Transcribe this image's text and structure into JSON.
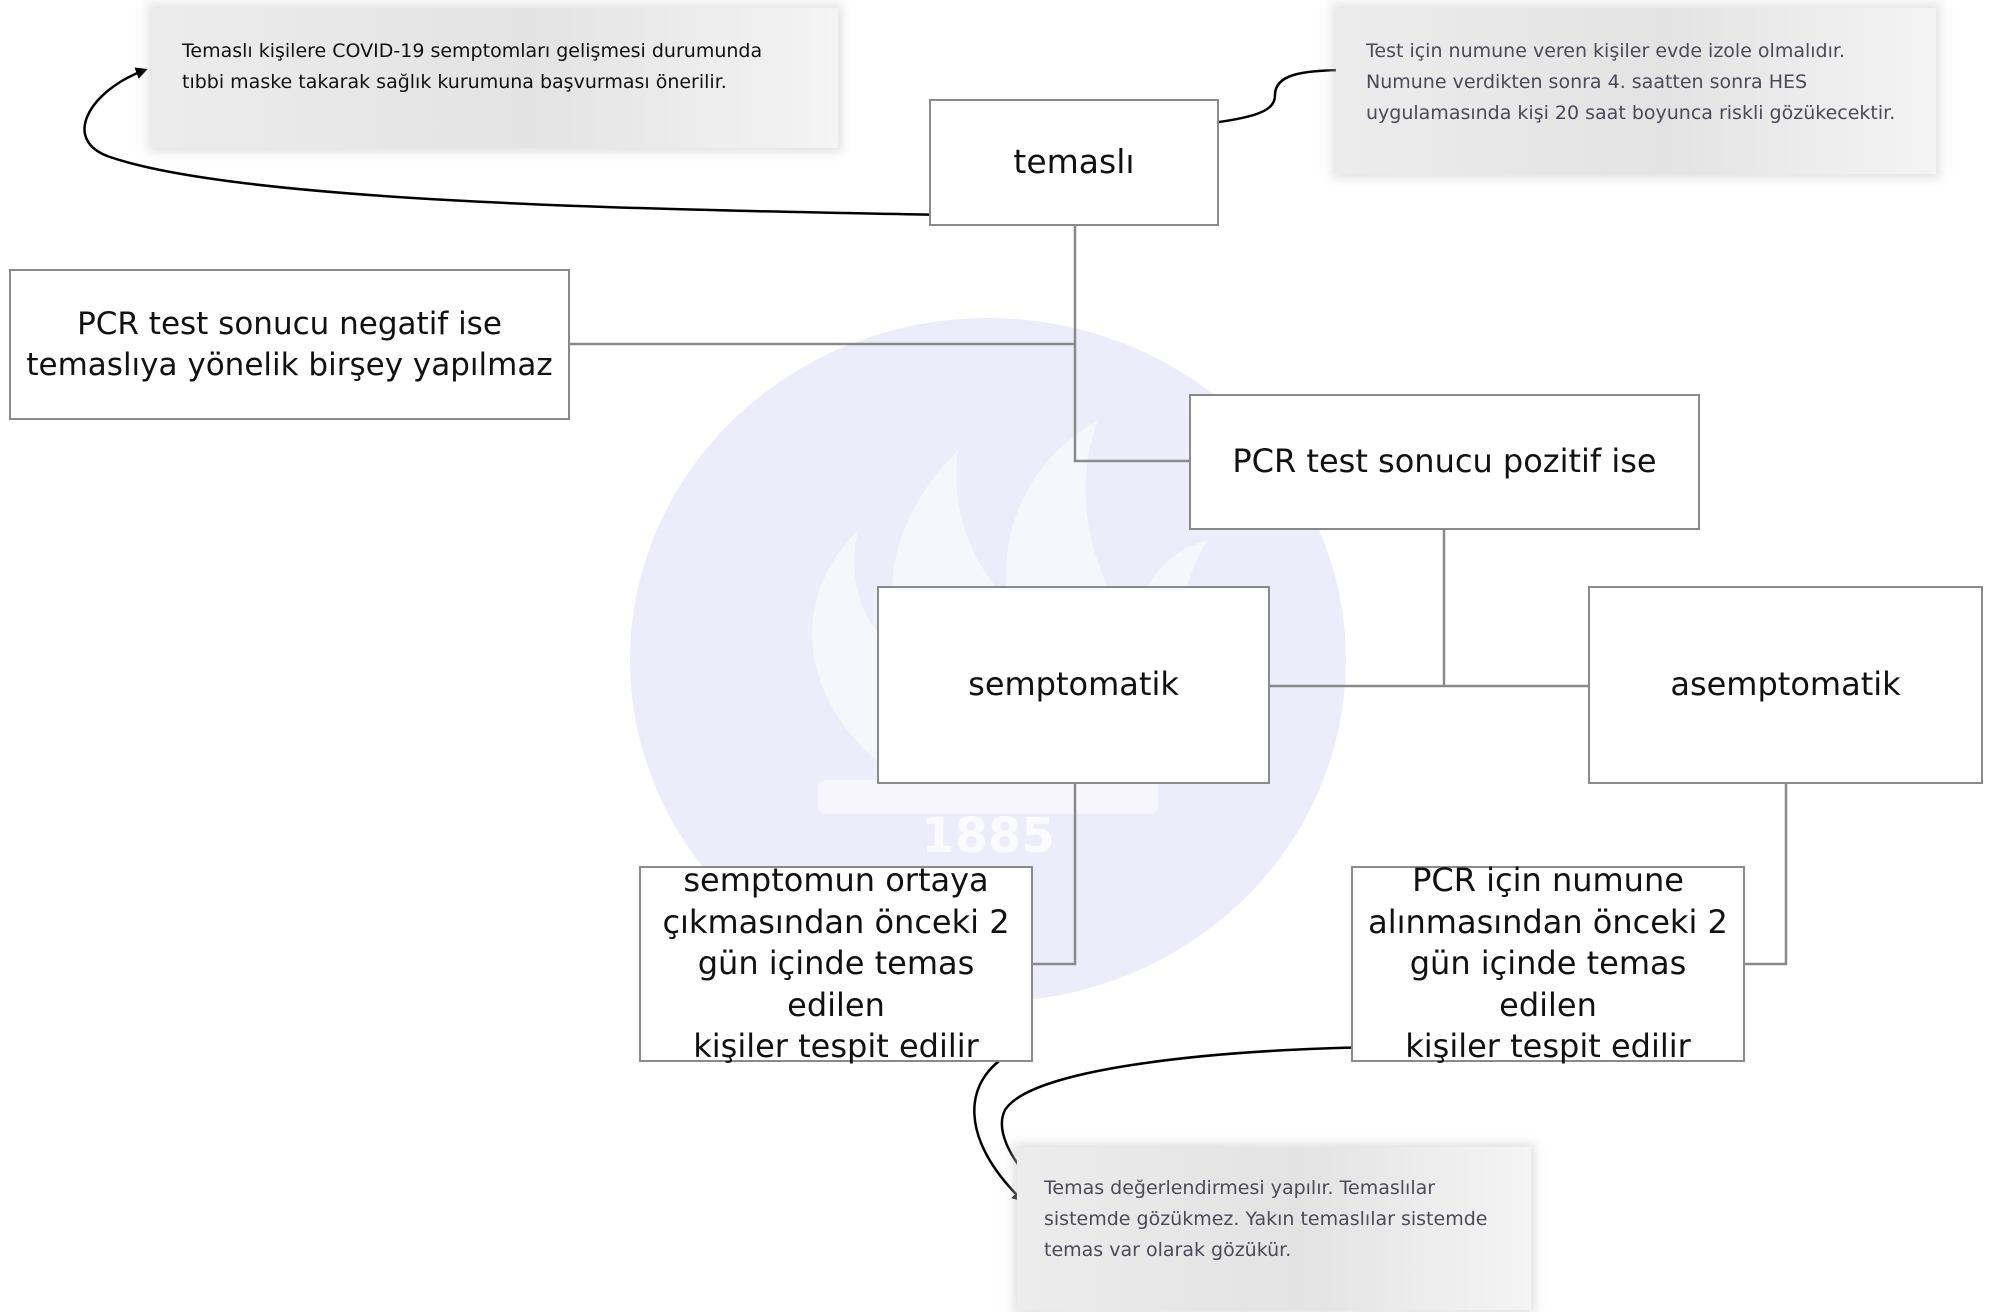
{
  "diagram": {
    "nodes": {
      "temasli": "temaslı",
      "pcr_negative": "PCR test sonucu negatif ise\ntemaslıya yönelik birşey yapılmaz",
      "pcr_positive": "PCR test sonucu pozitif ise",
      "symptomatic": "semptomatik",
      "asymptomatic": "asemptomatik",
      "symptomatic_detail": "semptomun ortaya\nçıkmasından önceki 2\ngün içinde temas edilen\nkişiler tespit edilir",
      "asymptomatic_detail": "PCR için numune\nalınmasından önceki 2\ngün içinde temas edilen\nkişiler tespit edilir"
    },
    "notes": {
      "top_left": "Temaslı kişilere COVID-19 semptomları gelişmesi durumunda\ntıbbi maske takarak sağlık kurumuna başvurması önerilir.",
      "top_right": "Test için numune veren kişiler evde izole olmalıdır.\nNumune verdikten sonra 4. saatten sonra HES\nuygulamasında kişi 20 saat boyunca riskli gözükecektir.",
      "bottom": "Temas değerlendirmesi yapılır. Temaslılar\nsistemde gözükmez. Yakın temaslılar sistemde\ntemas var olarak gözükür."
    },
    "watermark": {
      "year": "1885",
      "color": "#ebebfa"
    },
    "colors": {
      "connector": "#8a8a8a",
      "arrow": "#000000",
      "box_border": "#8a8a8a"
    }
  }
}
